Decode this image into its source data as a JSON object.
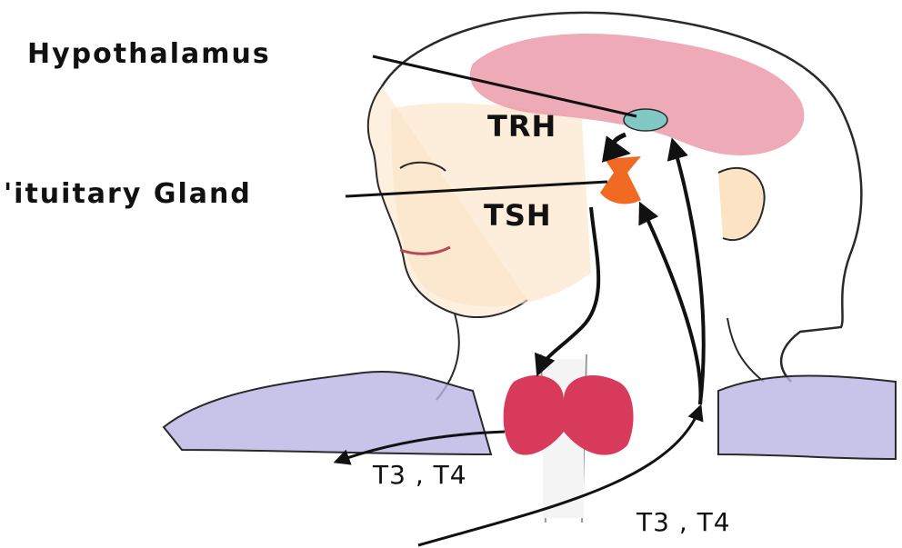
{
  "labels": {
    "hypothalamus": "Hypothalamus",
    "pituitary": "'ituitary Gland",
    "trh": "TRH",
    "tsh": "TSH",
    "t3": "T3",
    "t4": "T4",
    "t_sep": " , "
  },
  "colors": {
    "hypothalamus": "#7fc8c4",
    "pituitary": "#f06a24",
    "thyroid": "#d83a5c",
    "brain": "#e98ea0",
    "skin": "#fbe3c4",
    "shoulders": "#b9b4e4",
    "outline": "#2a2a2a",
    "line": "#111111"
  }
}
